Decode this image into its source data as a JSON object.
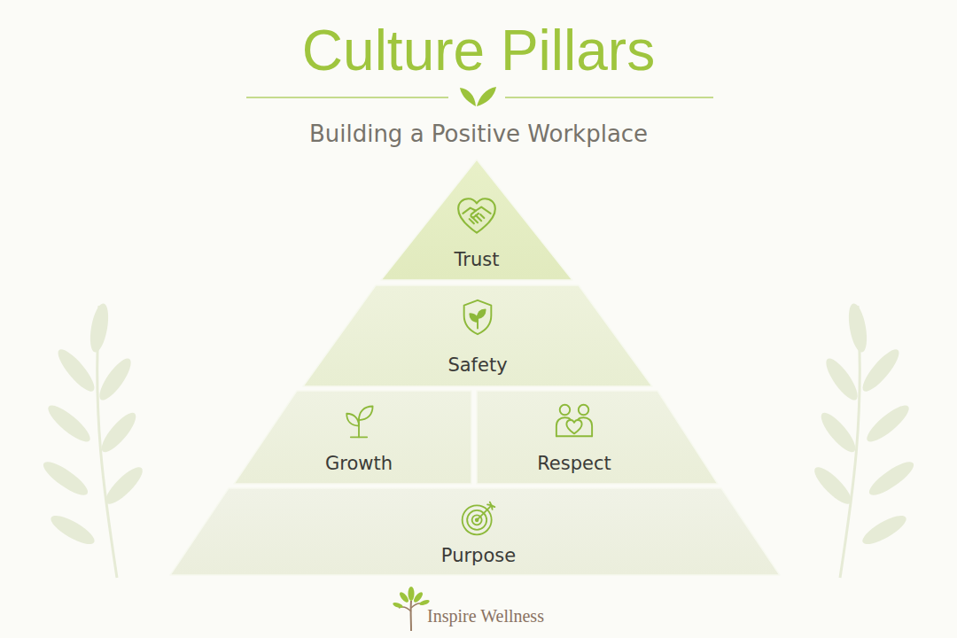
{
  "diagram": {
    "title": "Culture Pillars",
    "nodes": [
      {
        "text": [
          "Trust"
        ]
      },
      {
        "text": [
          "Safety"
        ]
      },
      {
        "text": [
          "Growth"
        ]
      },
      {
        "text": [
          "Respect"
        ]
      },
      {
        "text": [
          "Purpose"
        ]
      }
    ],
    "labels": [
      "Building a Positive Workplace",
      "Inspire Wellness"
    ]
  }
}
